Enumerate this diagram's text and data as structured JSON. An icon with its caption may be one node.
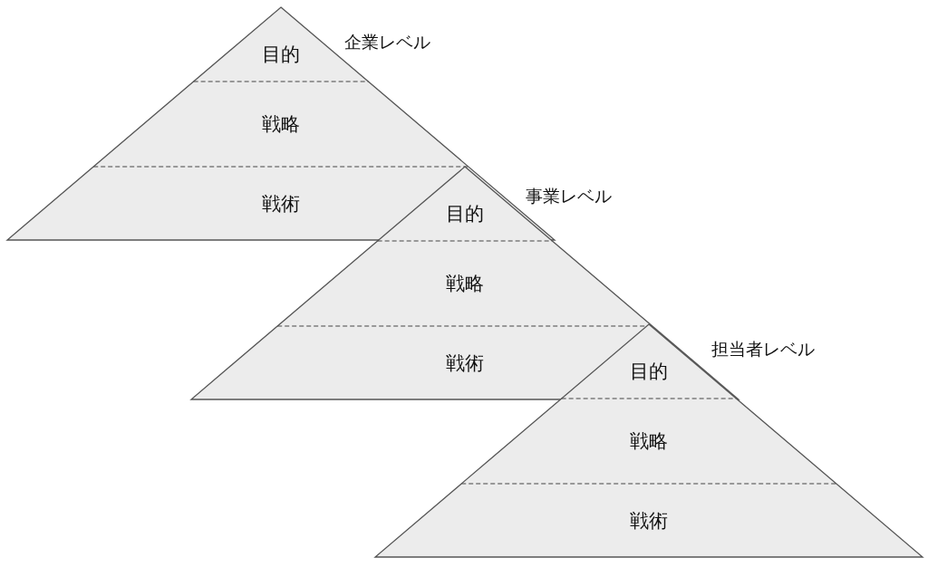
{
  "diagram": {
    "nodes": [
      {
        "text": [
          "企業レベル"
        ]
      },
      {
        "text": [
          "目的"
        ],
        "in": 0
      },
      {
        "text": [
          "戦略"
        ],
        "in": 0
      },
      {
        "text": [
          "戦術"
        ],
        "in": 0
      },
      {
        "text": [
          "事業レベル"
        ]
      },
      {
        "text": [
          "目的"
        ]
      },
      {
        "text": [
          "戦略"
        ],
        "in": 4
      },
      {
        "text": [
          "戦術"
        ],
        "in": 4
      },
      {
        "text": [
          "担当者レベル"
        ]
      },
      {
        "text": [
          "目的"
        ]
      },
      {
        "text": [
          "戦略"
        ],
        "in": 8
      },
      {
        "text": [
          "戦術"
        ],
        "in": 8
      }
    ],
    "edges": []
  }
}
